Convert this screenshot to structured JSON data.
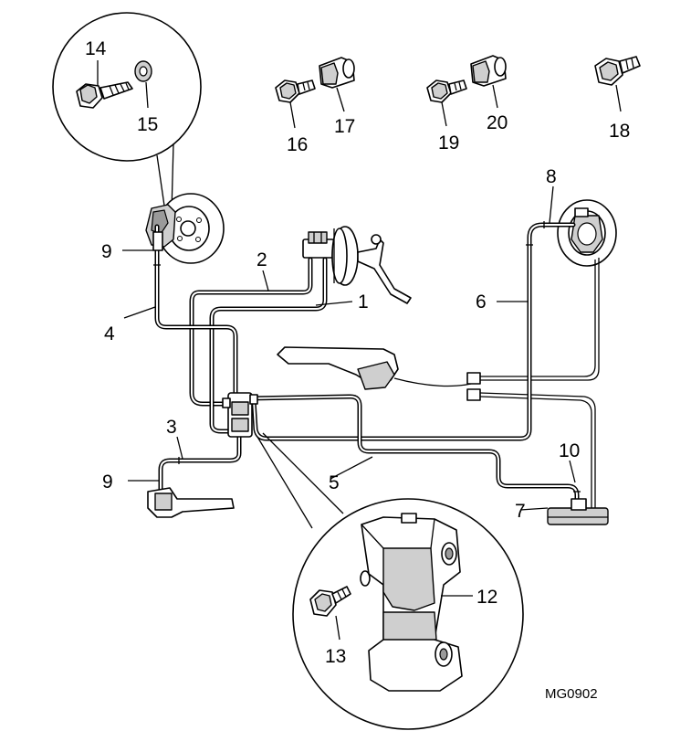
{
  "diagram_code": "MG0902",
  "callouts": {
    "c1": "1",
    "c2": "2",
    "c3": "3",
    "c4": "4",
    "c5": "5",
    "c6": "6",
    "c7": "7",
    "c8": "8",
    "c9a": "9",
    "c9b": "9",
    "c10": "10",
    "c12": "12",
    "c13": "13",
    "c14": "14",
    "c15": "15",
    "c16": "16",
    "c17": "17",
    "c18": "18",
    "c19": "19",
    "c20": "20"
  }
}
